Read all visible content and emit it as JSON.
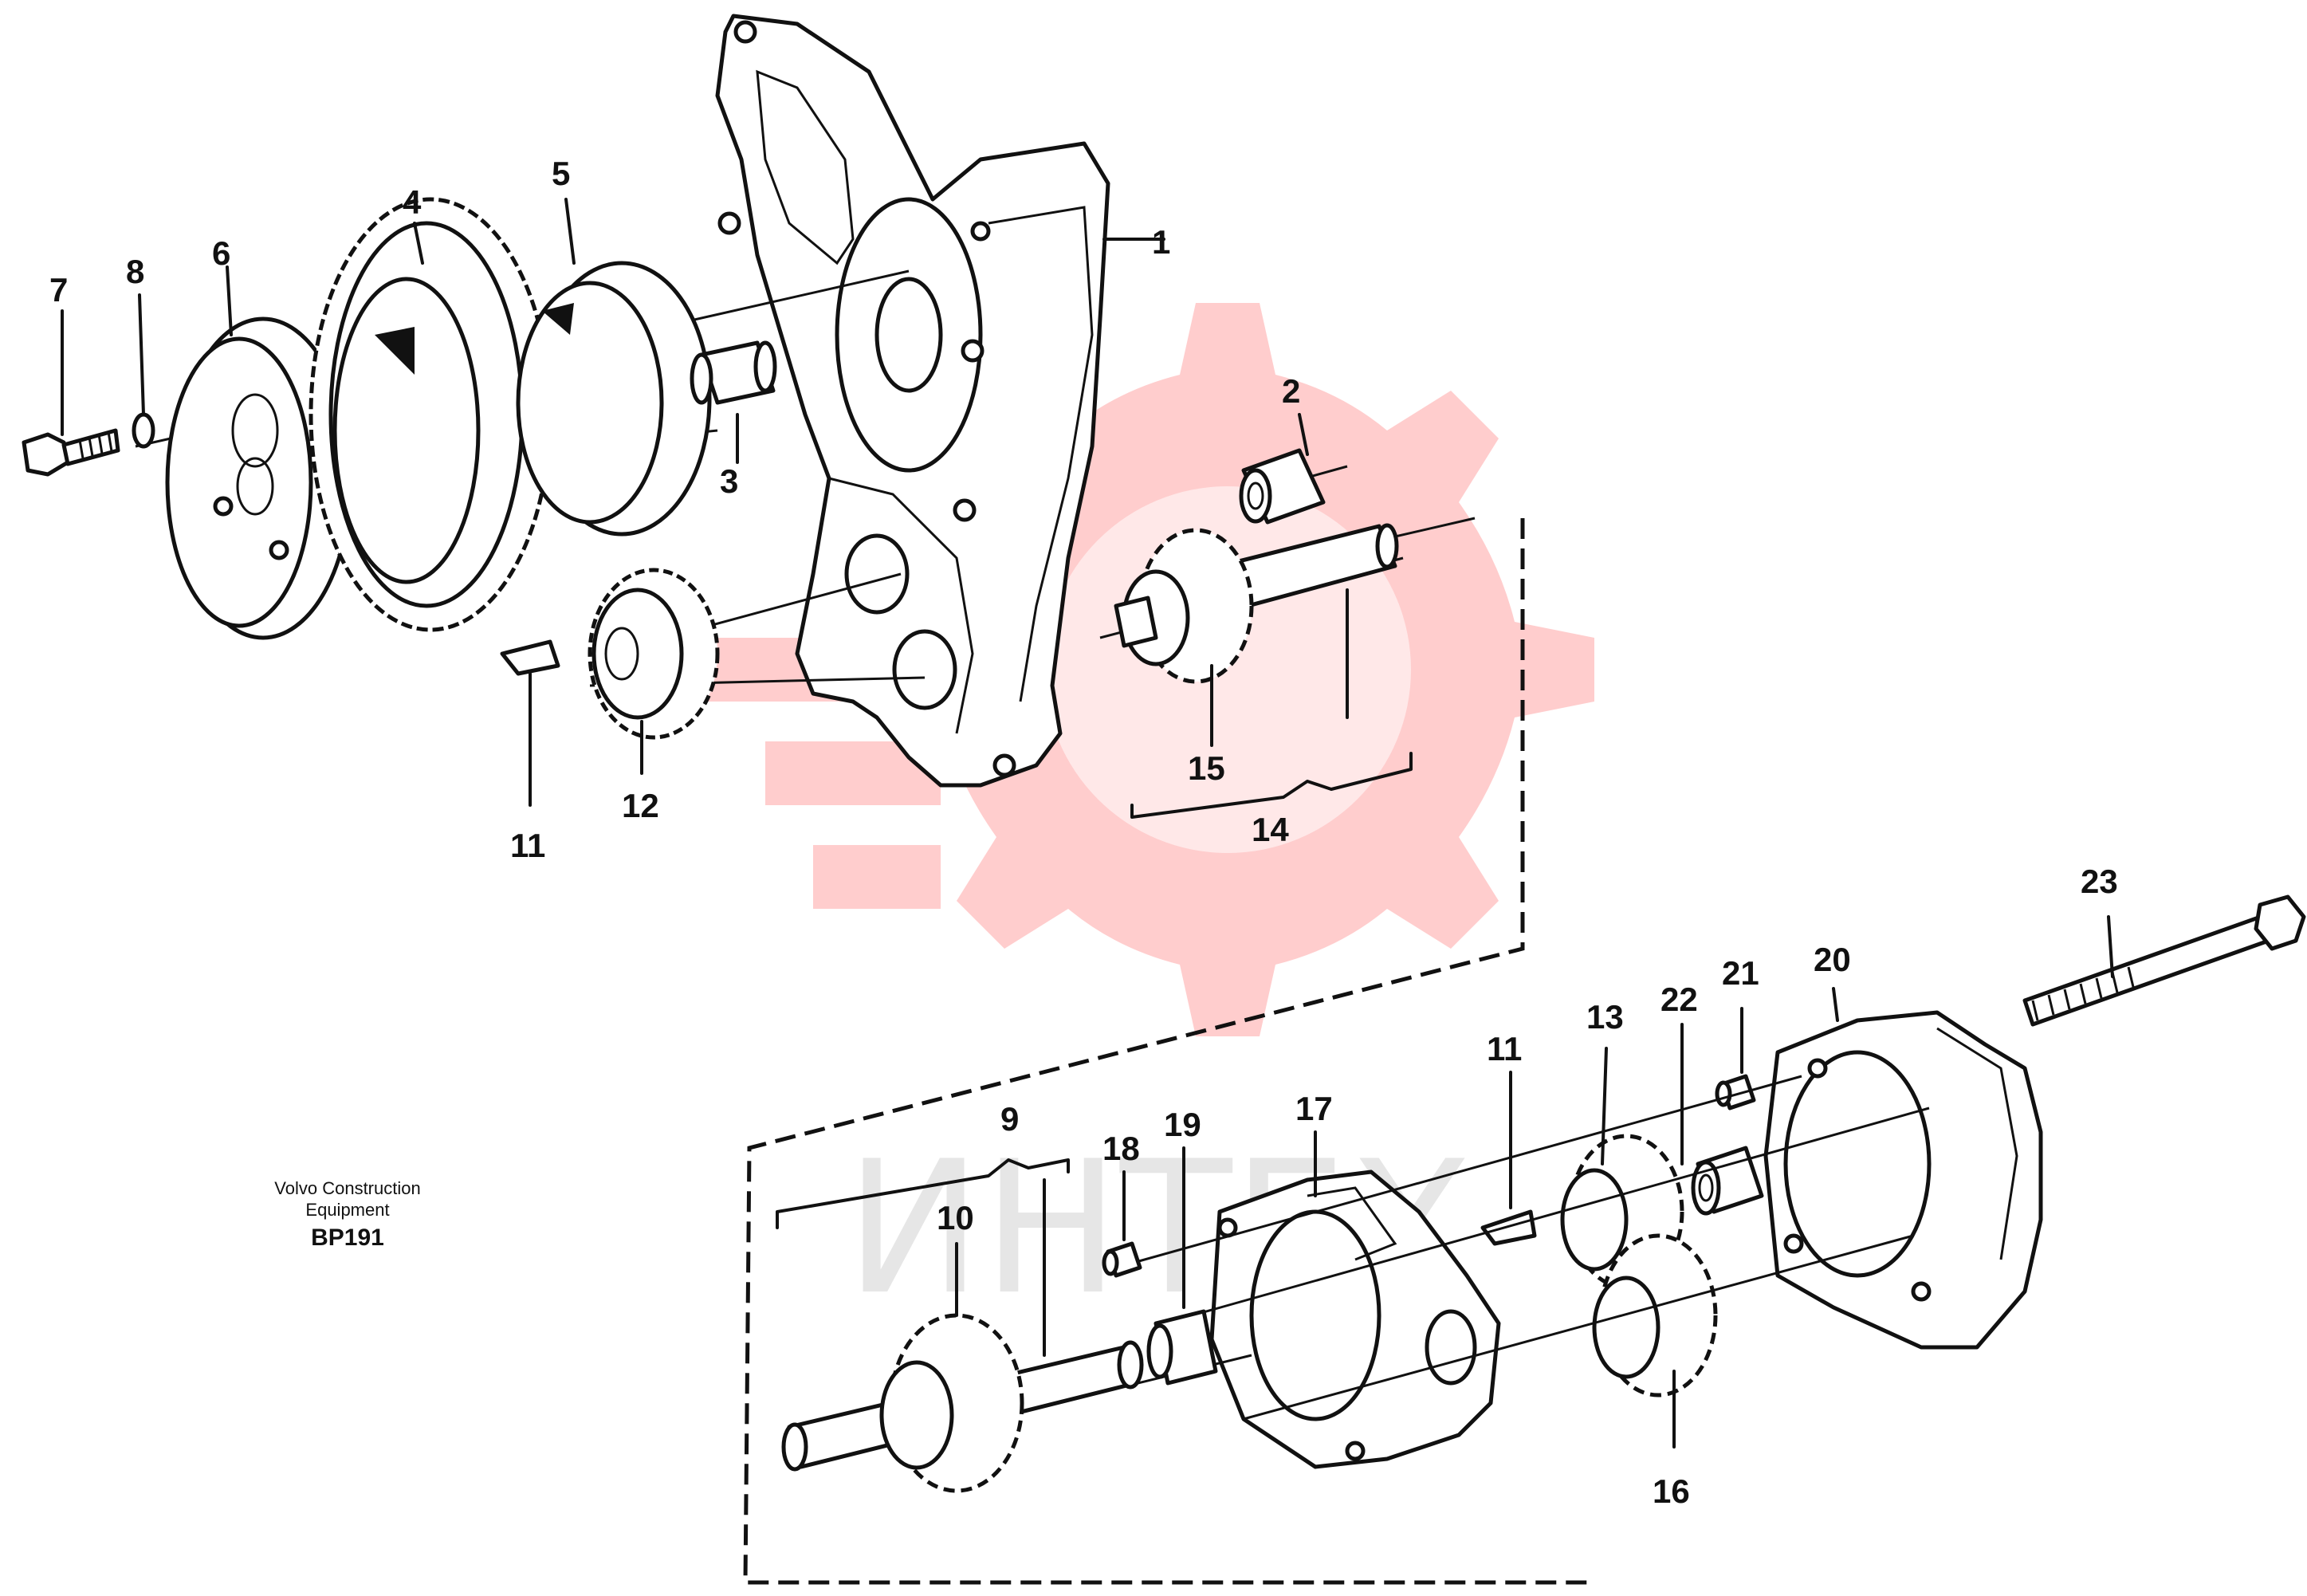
{
  "caption": {
    "line1": "Volvo Construction",
    "line2": "Equipment",
    "code": "BP191"
  },
  "watermark": {
    "text": "ИНТЕХ",
    "color": "#ff4d4d"
  },
  "callouts": [
    "1",
    "2",
    "3",
    "4",
    "5",
    "6",
    "7",
    "8",
    "9",
    "10",
    "11",
    "11",
    "12",
    "13",
    "14",
    "15",
    "16",
    "17",
    "18",
    "19",
    "20",
    "21",
    "22",
    "23"
  ]
}
